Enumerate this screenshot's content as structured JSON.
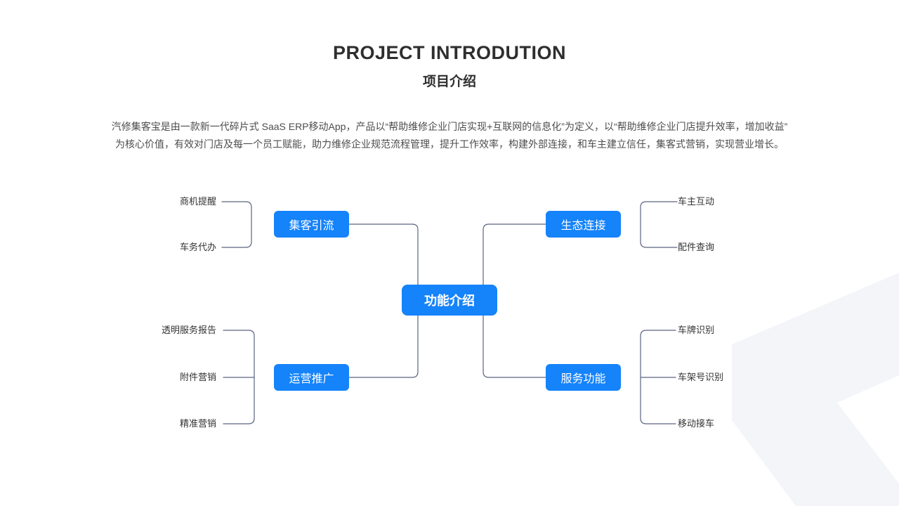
{
  "slide": {
    "title": "PROJECT INTRODUTION",
    "subtitle": "项目介绍",
    "description_line1": "汽修集客宝是由一款新一代碎片式 SaaS ERP移动App，产品以“帮助维修企业门店实现+互联网的信息化”为定义，以“帮助维修企业门店提升效率，增加收益”",
    "description_line2": "为核心价值，有效对门店及每一个员工赋能，助力维修企业规范流程管理，提升工作效率，构建外部连接，和车主建立信任，集客式营销，实现营业增长。"
  },
  "mindmap": {
    "center": "功能介绍",
    "branches": [
      {
        "label": "集客引流",
        "position": "top-left",
        "leaves": [
          "商机提醒",
          "车务代办"
        ]
      },
      {
        "label": "生态连接",
        "position": "top-right",
        "leaves": [
          "车主互动",
          "配件查询"
        ]
      },
      {
        "label": "运营推广",
        "position": "bottom-left",
        "leaves": [
          "透明服务报告",
          "附件营销",
          "精准营销"
        ]
      },
      {
        "label": "服务功能",
        "position": "bottom-right",
        "leaves": [
          "车牌识别",
          "车架号识别",
          "移动接车"
        ]
      }
    ]
  },
  "colors": {
    "node_blue": "#1583fa",
    "connector": "#5b6480",
    "decor_shape": "#f3f5f9",
    "title_text": "#2e2e2e",
    "body_text": "#4d4d4d"
  }
}
